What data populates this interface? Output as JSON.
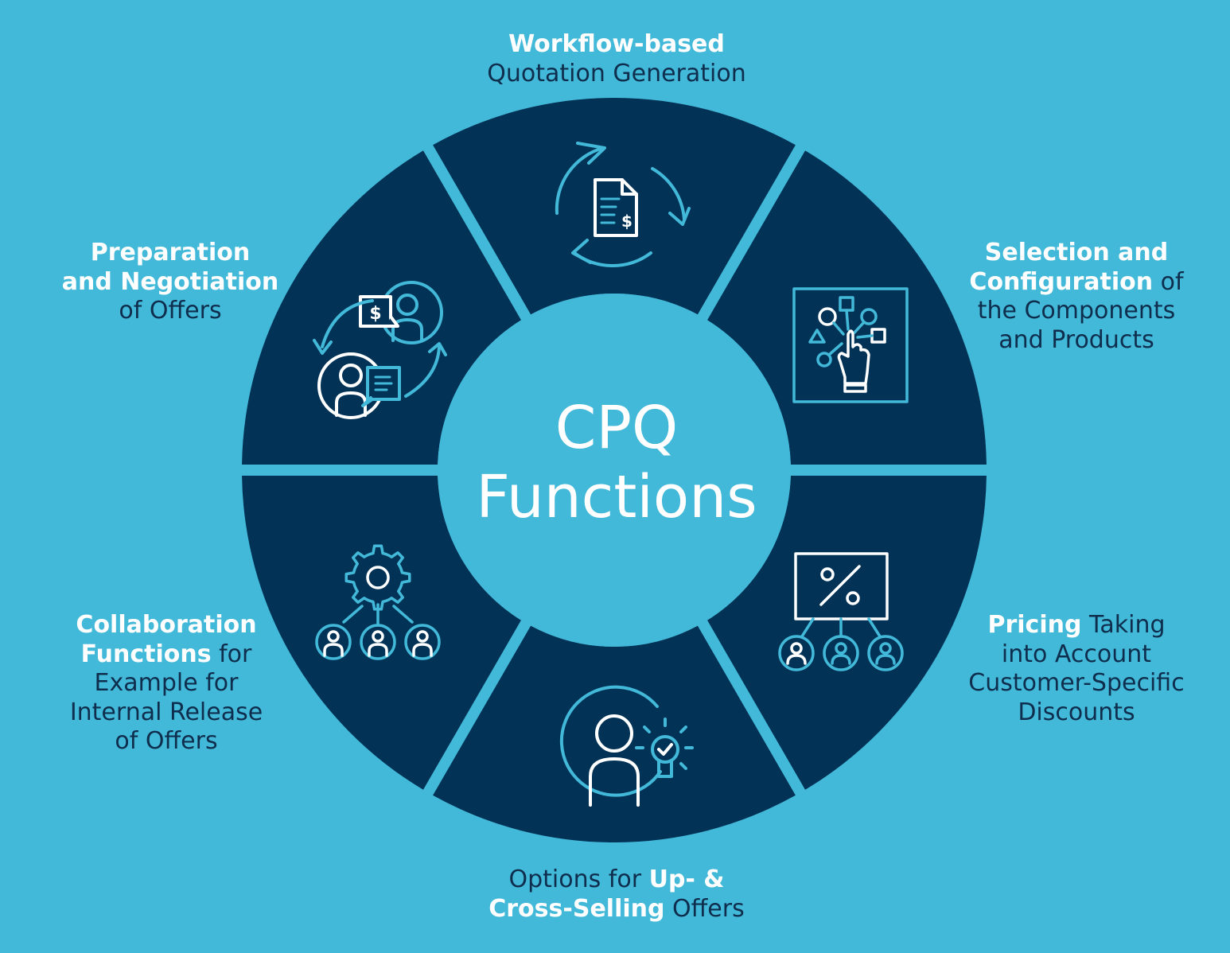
{
  "colors": {
    "background": "#43b9d9",
    "ring": "#023356",
    "white": "#ffffff",
    "text_dark": "#0f2e4d"
  },
  "center": {
    "line1": "CPQ",
    "line2": "Functions"
  },
  "segments": {
    "top": {
      "icon": "document-refresh-icon",
      "bold1": "Workflow-based",
      "normal1": "Quotation Generation"
    },
    "top_right": {
      "icon": "configuration-touch-icon",
      "bold1": "Selection and",
      "bold2": "Configuration",
      "normal2": " of",
      "normal3": "the Components",
      "normal4": "and Products"
    },
    "bottom_right": {
      "icon": "percentage-board-people-icon",
      "bold1": "Pricing",
      "normal1": " Taking",
      "normal2": "into Account",
      "normal3": "Customer-Specific",
      "normal4": "Discounts"
    },
    "bottom": {
      "icon": "person-lightbulb-icon",
      "normal1": "Options for ",
      "bold1": "Up- &",
      "bold2": "Cross-Selling",
      "normal2": " Offers"
    },
    "bottom_left": {
      "icon": "gear-team-icon",
      "bold1": "Collaboration",
      "bold2": "Functions",
      "normal2": " for",
      "normal3": "Example for",
      "normal4": "Internal Release",
      "normal5": "of Offers"
    },
    "top_left": {
      "icon": "negotiation-icon",
      "bold1": "Preparation",
      "bold2": "and Negotiation",
      "normal3": "of Offers"
    }
  }
}
